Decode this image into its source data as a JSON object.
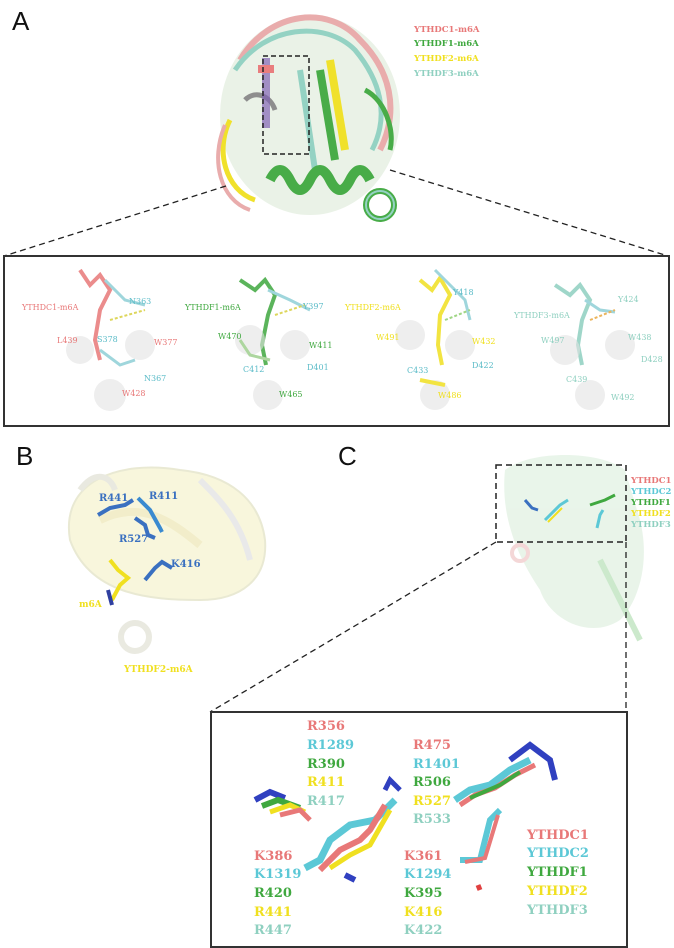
{
  "colors": {
    "ythdc1": "#e87878",
    "ythdc2": "#5cc8d6",
    "ythdf1": "#3fa83f",
    "ythdf2": "#f0e020",
    "ythdf3": "#8fd0c0",
    "blue_residue": "#3a70c0",
    "frame": "#333333"
  },
  "panel_a": {
    "letter": "A",
    "legend": [
      {
        "label": "YTHDC1-m6A",
        "color": "#e87878"
      },
      {
        "label": "YTHDF1-m6A",
        "color": "#3fa83f"
      },
      {
        "label": "YTHDF2-m6A",
        "color": "#f0e020"
      },
      {
        "label": "YTHDF3-m6A",
        "color": "#8fd0c0"
      }
    ],
    "details": [
      {
        "title": "YTHDC1-m6A",
        "color": "#e87878",
        "residues": [
          {
            "label": "N363",
            "color": "#5cbcc8"
          },
          {
            "label": "L439",
            "color": "#e87878"
          },
          {
            "label": "S378",
            "color": "#5cbcc8"
          },
          {
            "label": "W377",
            "color": "#e87878"
          },
          {
            "label": "N367",
            "color": "#5cbcc8"
          },
          {
            "label": "W428",
            "color": "#e87878"
          }
        ]
      },
      {
        "title": "YTHDF1-m6A",
        "color": "#3fa83f",
        "residues": [
          {
            "label": "Y397",
            "color": "#5cbcc8"
          },
          {
            "label": "W470",
            "color": "#3fa83f"
          },
          {
            "label": "W411",
            "color": "#3fa83f"
          },
          {
            "label": "C412",
            "color": "#5cbcc8"
          },
          {
            "label": "D401",
            "color": "#5cbcc8"
          },
          {
            "label": "W465",
            "color": "#3fa83f"
          }
        ]
      },
      {
        "title": "YTHDF2-m6A",
        "color": "#f0e020",
        "residues": [
          {
            "label": "Y418",
            "color": "#5cbcc8"
          },
          {
            "label": "W491",
            "color": "#f0e020"
          },
          {
            "label": "W432",
            "color": "#f0e020"
          },
          {
            "label": "C433",
            "color": "#5cbcc8"
          },
          {
            "label": "D422",
            "color": "#5cbcc8"
          },
          {
            "label": "W486",
            "color": "#f0e020"
          }
        ]
      },
      {
        "title": "YTHDF3-m6A",
        "color": "#8fd0c0",
        "residues": [
          {
            "label": "Y424",
            "color": "#5cbcc8"
          },
          {
            "label": "W497",
            "color": "#8fd0c0"
          },
          {
            "label": "W438",
            "color": "#8fd0c0"
          },
          {
            "label": "C439",
            "color": "#5cbcc8"
          },
          {
            "label": "D428",
            "color": "#5cbcc8"
          },
          {
            "label": "W492",
            "color": "#8fd0c0"
          }
        ]
      }
    ]
  },
  "panel_b": {
    "letter": "B",
    "residues": [
      "R441",
      "R411",
      "R527",
      "K416"
    ],
    "ligand": "m6A",
    "title": "YTHDF2-m6A"
  },
  "panel_c": {
    "letter": "C",
    "legend": [
      {
        "label": "YTHDC1",
        "color": "#e87878"
      },
      {
        "label": "YTHDC2",
        "color": "#5cc8d6"
      },
      {
        "label": "YTHDF1",
        "color": "#3fa83f"
      },
      {
        "label": "YTHDF2",
        "color": "#f0e020"
      },
      {
        "label": "YTHDF3",
        "color": "#8fd0c0"
      }
    ],
    "residue_groups": [
      {
        "name": "group-top-left",
        "labels": [
          "R356",
          "R1289",
          "R390",
          "R411",
          "R417"
        ]
      },
      {
        "name": "group-top-right",
        "labels": [
          "R475",
          "R1401",
          "R506",
          "R527",
          "R533"
        ]
      },
      {
        "name": "group-bottom-left",
        "labels": [
          "K386",
          "K1319",
          "R420",
          "R441",
          "R447"
        ]
      },
      {
        "name": "group-bottom-right",
        "labels": [
          "K361",
          "K1294",
          "K395",
          "K416",
          "K422"
        ]
      }
    ],
    "detail_legend": [
      "YTHDC1",
      "YTHDC2",
      "YTHDF1",
      "YTHDF2",
      "YTHDF3"
    ]
  }
}
